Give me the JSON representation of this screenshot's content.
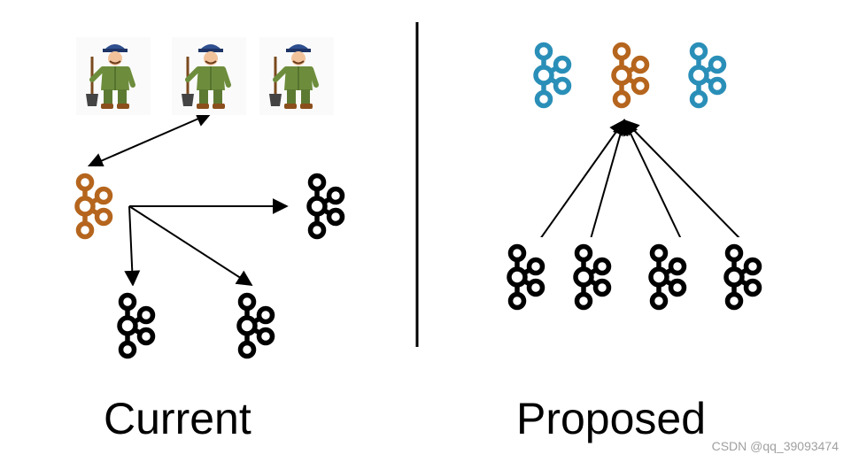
{
  "captions": {
    "current": "Current",
    "proposed": "Proposed"
  },
  "watermark": "CSDN @qq_39093474",
  "colors": {
    "ink": "#000000",
    "node_orange": "#b5651d",
    "node_blue": "#2a8fb8",
    "worker_uniform": "#6d8d3c",
    "worker_cap": "#2f4f8f",
    "watermark": "#a0a0a0"
  },
  "icons": {
    "cluster_node": "kafka-logo-icon",
    "worker": "worker-with-shovel-icon"
  },
  "diagram": {
    "current": {
      "workers": [
        "worker",
        "worker",
        "worker"
      ],
      "source_node_color": "orange",
      "target_node_colors": [
        "black",
        "black",
        "black"
      ]
    },
    "proposed": {
      "top_node_colors": [
        "blue",
        "orange",
        "blue"
      ],
      "bottom_node_colors": [
        "black",
        "black",
        "black",
        "black"
      ]
    }
  }
}
